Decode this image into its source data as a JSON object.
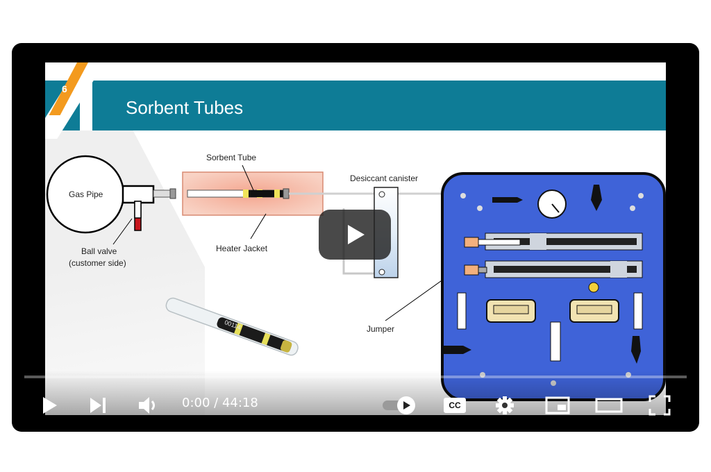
{
  "slide": {
    "number": "6",
    "title": "Sorbent Tubes",
    "labels": {
      "gas_pipe": "Gas Pipe",
      "sorbent_tube": "Sorbent Tube",
      "heater_jacket": "Heater Jacket",
      "desiccant_canister": "Desiccant canister",
      "ball_valve_line1": "Ball valve",
      "ball_valve_line2": "(customer side)",
      "jumper": "Jumper",
      "tube_marking": "00114"
    }
  },
  "player": {
    "time_current": "0:00",
    "time_separator": " / ",
    "time_total": "44:18",
    "cc_label": "CC",
    "progress_fraction": 0.0,
    "icons": {
      "big_play": "play-icon",
      "play": "play-icon",
      "next": "next-icon",
      "volume": "volume-icon",
      "autoplay": "autoplay-toggle-icon",
      "captions": "captions-icon",
      "settings": "gear-icon",
      "miniplayer": "miniplayer-icon",
      "theater": "theater-icon",
      "fullscreen": "fullscreen-icon"
    }
  }
}
